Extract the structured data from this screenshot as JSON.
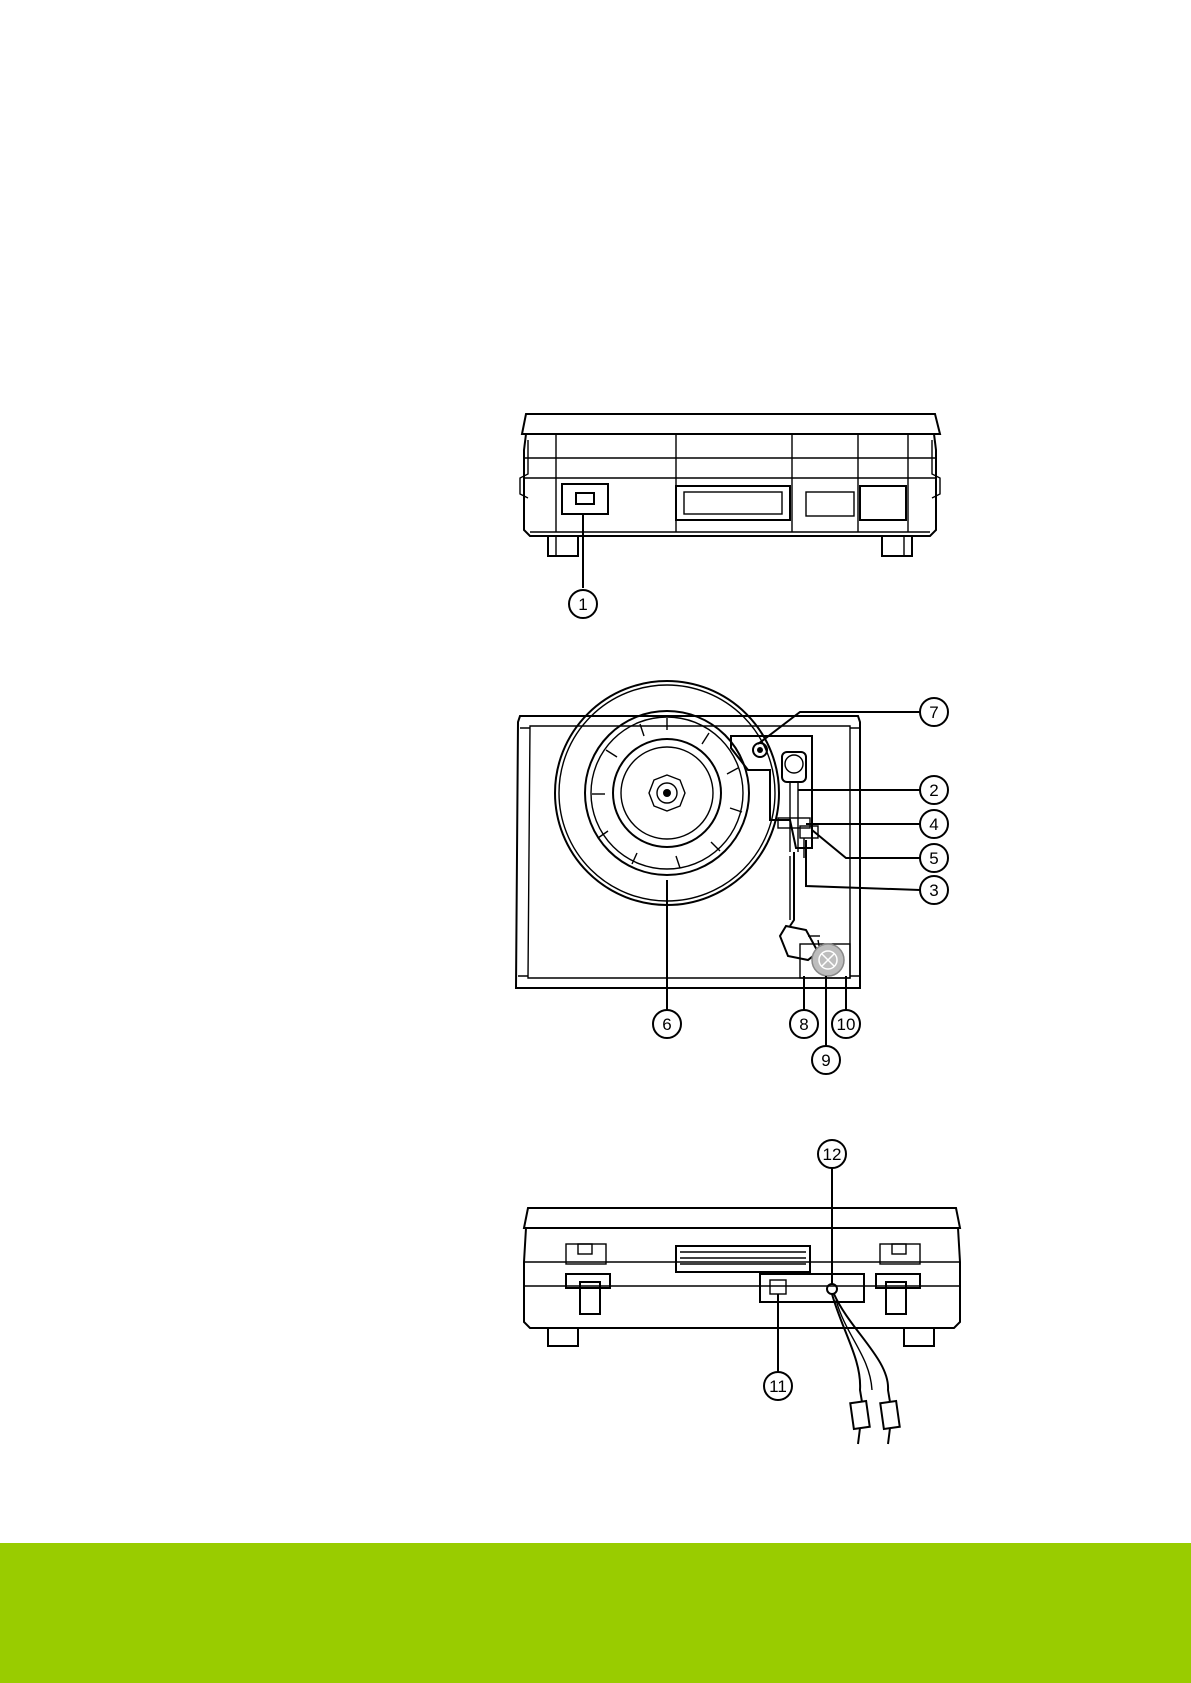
{
  "colors": {
    "footer_band": "#99cc00",
    "line": "#000000",
    "knob": "#bdbdbd"
  },
  "views": [
    {
      "id": "front-view",
      "callouts": [
        "1"
      ]
    },
    {
      "id": "top-view",
      "callouts": [
        "7",
        "2",
        "4",
        "5",
        "3",
        "6",
        "8",
        "9",
        "10"
      ]
    },
    {
      "id": "rear-view",
      "callouts": [
        "12",
        "11"
      ]
    }
  ],
  "callouts": {
    "c1": "1",
    "c2": "2",
    "c3": "3",
    "c4": "4",
    "c5": "5",
    "c6": "6",
    "c7": "7",
    "c8": "8",
    "c9": "9",
    "c10": "10",
    "c11": "11",
    "c12": "12"
  }
}
